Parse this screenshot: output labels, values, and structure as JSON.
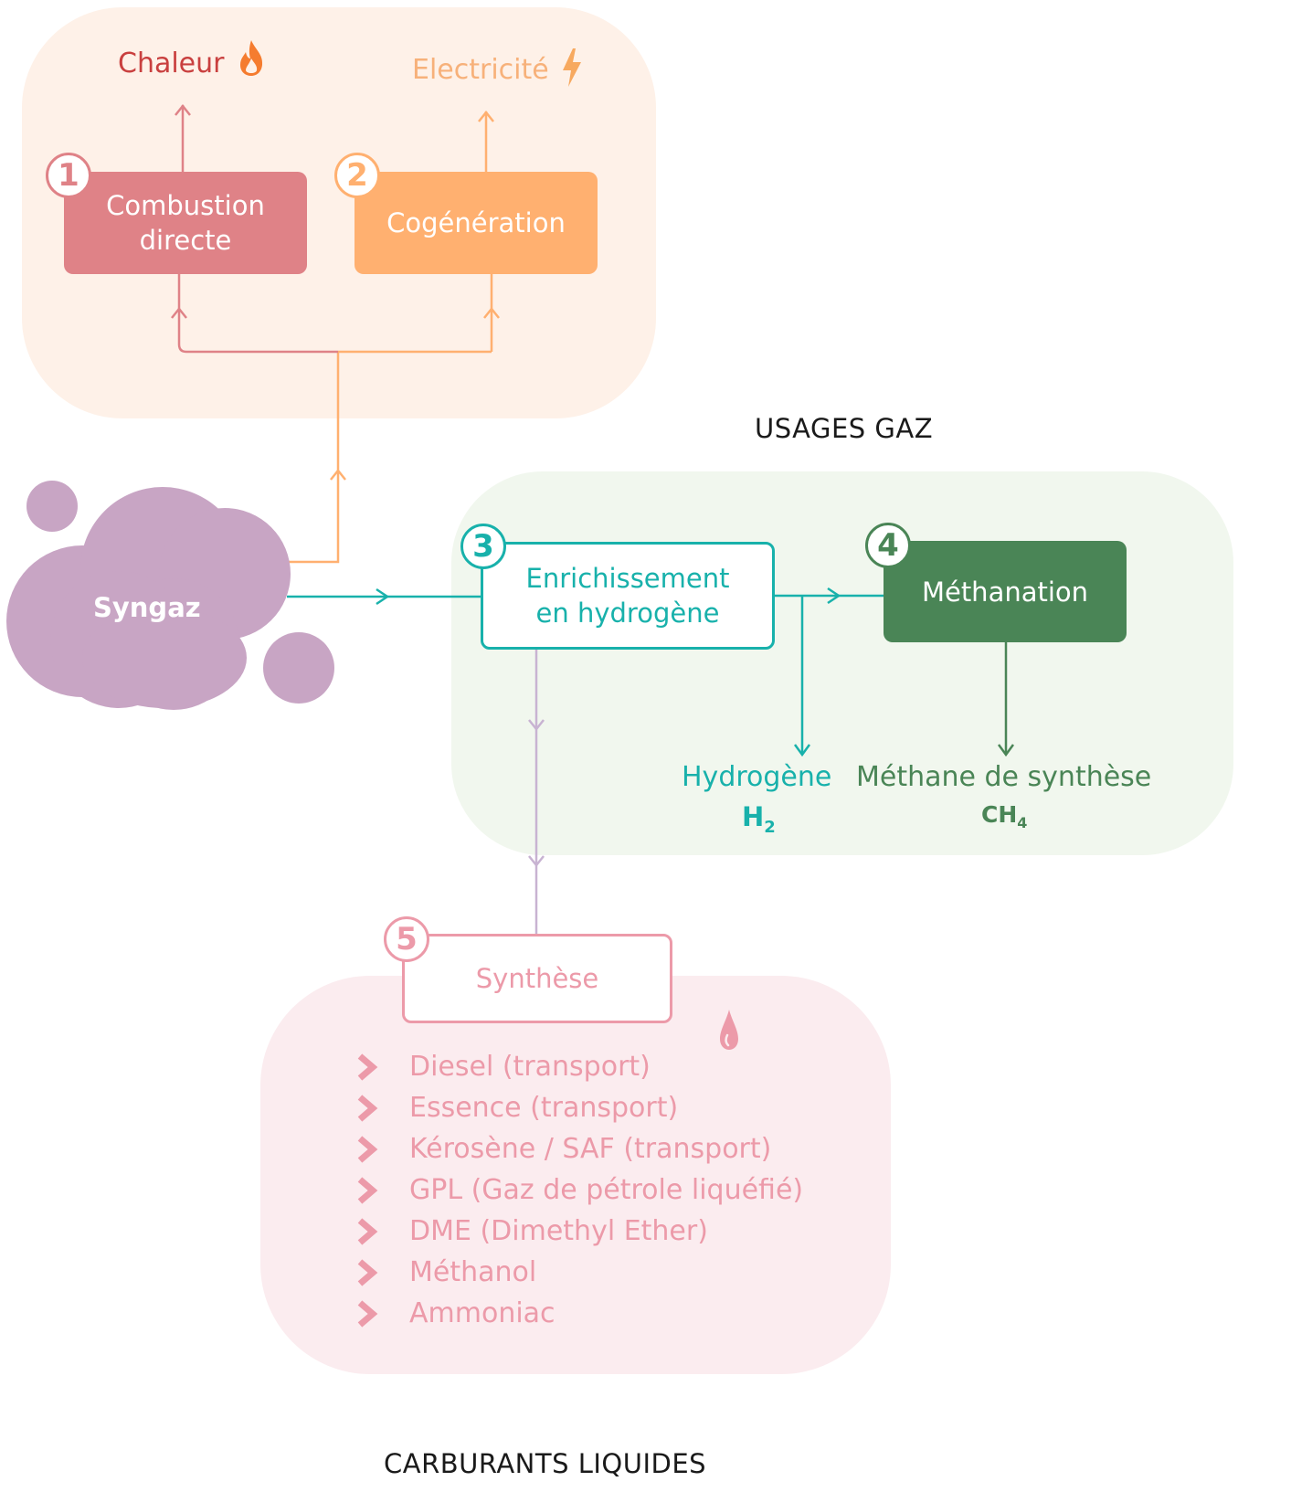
{
  "syngaz": {
    "label": "Syngaz"
  },
  "usages_gaz": {
    "title": "USAGES GAZ"
  },
  "carburants": {
    "title": "CARBURANTS LIQUIDES"
  },
  "steps": [
    {
      "number": "1",
      "label": "Combustion directe"
    },
    {
      "number": "2",
      "label": "Cogénération"
    },
    {
      "number": "3",
      "label": "Enrichissement en hydrogène"
    },
    {
      "number": "4",
      "label": "Méthanation"
    },
    {
      "number": "5",
      "label": "Synthèse"
    }
  ],
  "outputs": {
    "chaleur": "Chaleur",
    "electricite": "Electricité",
    "hydrogene": {
      "label": "Hydrogène",
      "formula": "H",
      "sub": "2"
    },
    "methane": {
      "label": "Méthane de synthèse",
      "formula": "CH",
      "sub": "4"
    }
  },
  "fuels": [
    "Diesel (transport)",
    "Essence (transport)",
    "Kérosène / SAF (transport)",
    "GPL (Gaz de pétrole liquéfié)",
    "DME (Dimethyl Ether)",
    "Méthanol",
    "Ammoniac"
  ],
  "colors": {
    "heat_panel": "#fef1e8",
    "gas_panel": "#f1f7ee",
    "liquid_panel": "#fbecef",
    "combustion": "#df8287",
    "cogeneration": "#ffb070",
    "teal": "#18b1ab",
    "methanation": "#4a8556",
    "syngaz": "#c8a5c4",
    "synthese": "#ec9aa9",
    "chaleur_text": "#c9403f",
    "electricite_text": "#f7b17a",
    "flame": "#f57c2f",
    "bolt": "#f7a95f",
    "purple_line": "#c8b3d2"
  },
  "icons": [
    "flame-icon",
    "lightning-icon",
    "drop-icon",
    "chevron-right-icon"
  ]
}
